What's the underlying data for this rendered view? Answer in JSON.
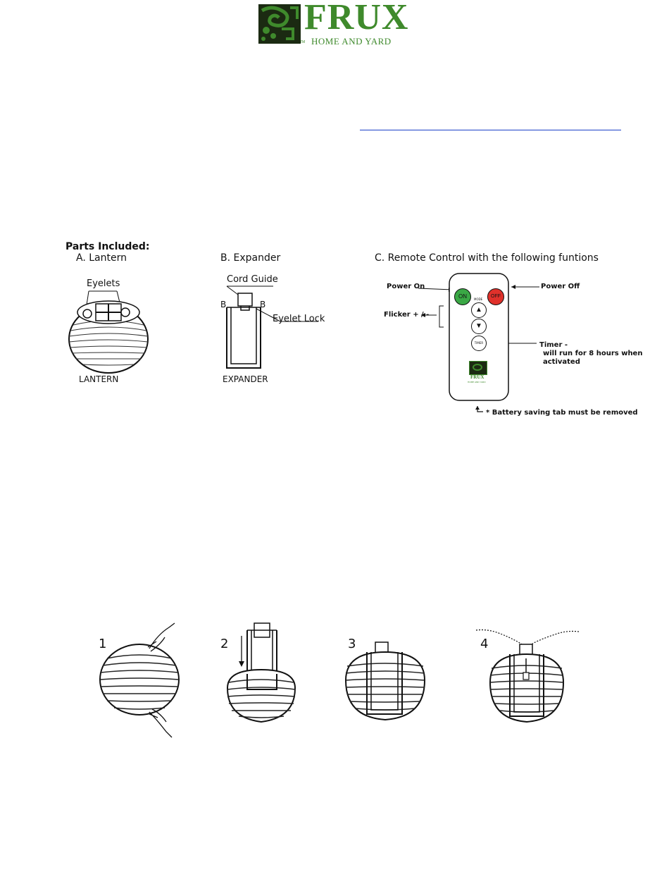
{
  "brand": {
    "name": "FRUX",
    "tagline": "HOME AND YARD",
    "tm": "TM",
    "colors": {
      "green": "#3f8a2c",
      "dark": "#1b2a12"
    }
  },
  "parts": {
    "heading": "Parts Included:",
    "lantern": {
      "title": "A. Lantern",
      "eyelets": "Eyelets",
      "caption": "LANTERN"
    },
    "expander": {
      "title": "B. Expander",
      "cord_guide": "Cord Guide",
      "eyelet_lock": "Eyelet Lock",
      "b_left": "B",
      "b_right": "B",
      "caption": "EXPANDER"
    },
    "remote": {
      "title": "C. Remote Control with the following funtions",
      "power_on": "Power On",
      "power_off": "Power Off",
      "flicker": "Flicker + / -",
      "timer_title": "Timer -",
      "timer_line1": "will run for 8 hours when",
      "timer_line2": "activated",
      "battery_note": "* Battery saving tab must be removed",
      "btn_on": "ON",
      "btn_off": "OFF",
      "btn_mode": "MODE",
      "btn_timer": "TIMER",
      "logo_text": "FRUX",
      "logo_sub": "HOME AND YARD",
      "colors": {
        "on": "#3aa845",
        "off": "#e0312b"
      }
    }
  },
  "steps": [
    {
      "number": "1"
    },
    {
      "number": "2"
    },
    {
      "number": "3"
    },
    {
      "number": "4"
    }
  ]
}
